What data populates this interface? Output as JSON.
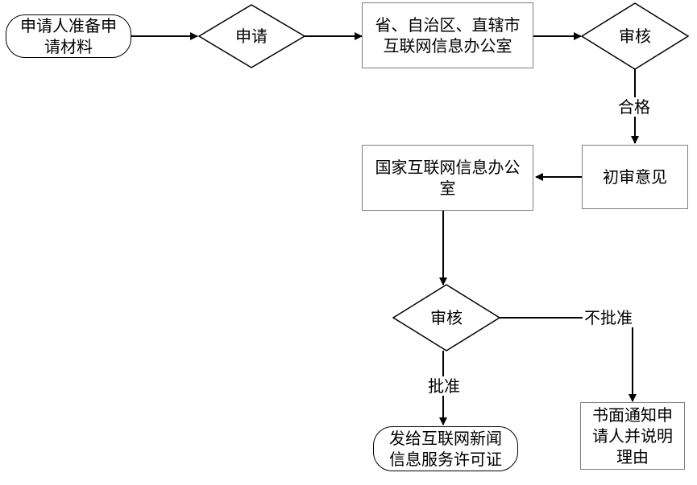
{
  "nodes": {
    "start": "申请人准备申\n请材料",
    "apply": "申请",
    "provincial": "省、自治区、直辖市\n互联网信息办公室",
    "review1": "审核",
    "preliminary": "初审意见",
    "national": "国家互联网信息办公\n室",
    "review2": "审核",
    "issue": "发给互联网新闻\n信息服务许可证",
    "notify": "书面通知申\n请人并说明\n理由"
  },
  "edges": {
    "qualified": "合格",
    "not_approved": "不批准",
    "approved": "批准"
  },
  "colors": {
    "line": "#000000",
    "rect_border": "#7f7f7f"
  }
}
